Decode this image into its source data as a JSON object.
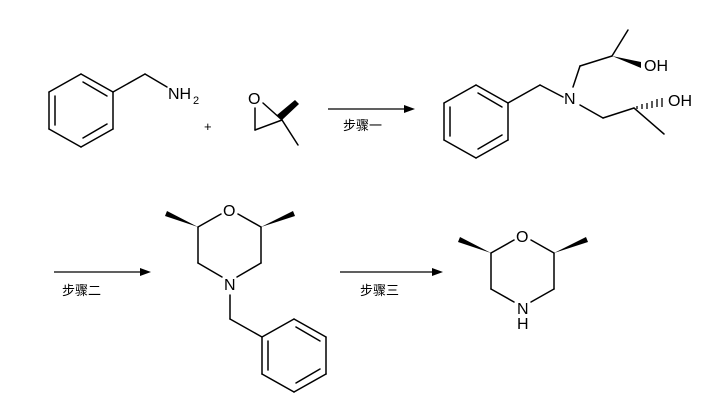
{
  "reactants": {
    "benzylamine": {
      "amine_label": "NH",
      "amine_subscript": "2"
    },
    "plus": "+",
    "epoxide": {
      "oxygen_label": "O"
    }
  },
  "steps": {
    "step1": "步骤一",
    "step2": "步骤二",
    "step3": "步骤三"
  },
  "intermediate1": {
    "nitrogen_label": "N",
    "upper_hydroxyl": "OH",
    "lower_hydroxyl": "OH"
  },
  "intermediate2": {
    "oxygen_label": "O",
    "nitrogen_label": "N"
  },
  "product": {
    "oxygen_label": "O",
    "nh_label": "N",
    "h_label": "H"
  }
}
